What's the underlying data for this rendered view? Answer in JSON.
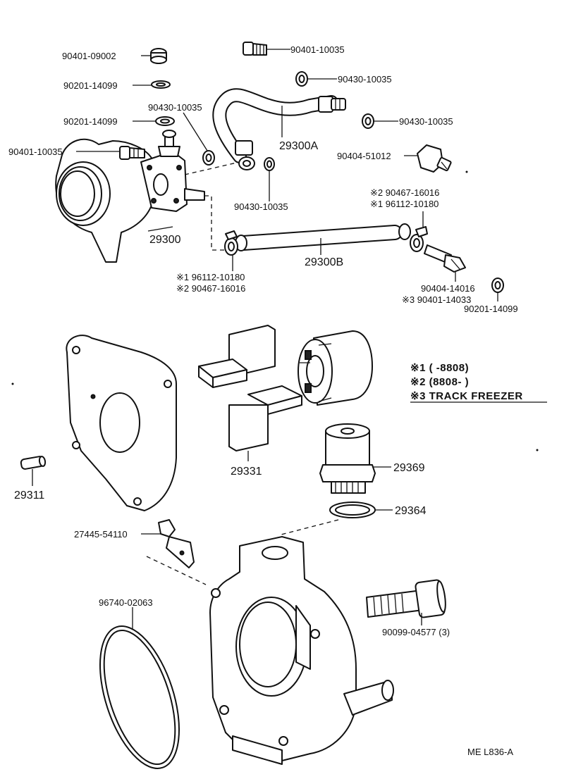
{
  "labels": {
    "p_90401_09002": "90401-09002",
    "p_90201_14099_a": "90201-14099",
    "p_90201_14099_b": "90201-14099",
    "p_90430_10035_a": "90430-10035",
    "p_90401_10035_a": "90401-10035",
    "p_90401_10035_b": "90401-10035",
    "p_90430_10035_b": "90430-10035",
    "p_90430_10035_c": "90430-10035",
    "p_90430_10035_d": "90430-10035",
    "p_29300A": "29300A",
    "p_90404_51012": "90404-51012",
    "p_29300": "29300",
    "p_29300B": "29300B",
    "p_96112_10180_l": "※1 96112-10180",
    "p_90467_16016_l": "※2 90467-16016",
    "p_90467_16016_r": "※2 90467-16016",
    "p_96112_10180_r": "※1 96112-10180",
    "p_90404_14016": "90404-14016",
    "p_90401_14033": "※3 90401-14033",
    "p_90201_14099_c": "90201-14099",
    "p_29331": "29331",
    "p_29369": "29369",
    "p_29364": "29364",
    "p_29311": "29311",
    "p_27445_54110": "27445-54110",
    "p_96740_02063": "96740-02063",
    "p_90099_04577": "90099-04577 (3)"
  },
  "legend": {
    "line1": "※1 (        -8808)",
    "line2": "※2 (8808-          )",
    "line3": "※3 TRACK  FREEZER"
  },
  "footer": {
    "code": "ME  L836-A"
  }
}
